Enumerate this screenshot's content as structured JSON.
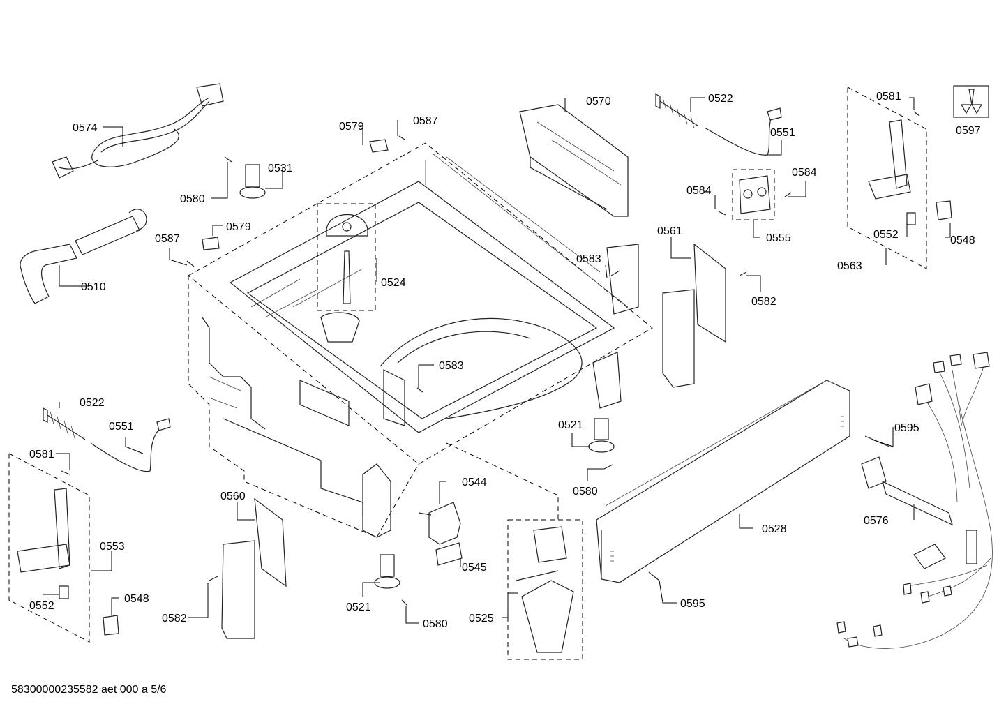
{
  "footer": {
    "text": "58300000235582 aet 000 a 5/6"
  },
  "parts": [
    "0574",
    "0579",
    "0587",
    "0531",
    "0580",
    "0510",
    "0524",
    "0522",
    "0551",
    "0581",
    "0553",
    "0552",
    "0548",
    "0560",
    "0582",
    "0544",
    "0545",
    "0521",
    "0525",
    "0570",
    "0584",
    "0555",
    "0561",
    "0583",
    "0597",
    "0563",
    "0528",
    "0595",
    "0576"
  ]
}
